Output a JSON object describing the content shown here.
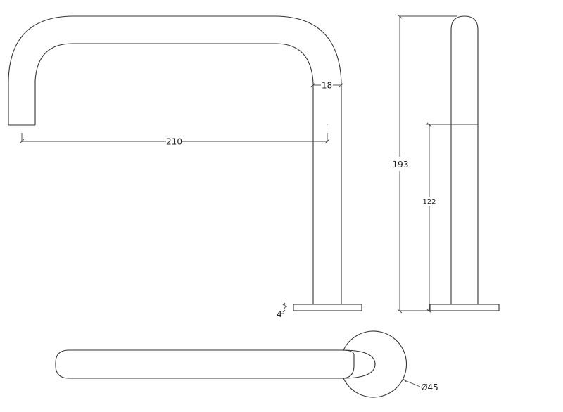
{
  "drawing": {
    "type": "technical-drawing",
    "subject": "spout faucet orthographic views",
    "line_color": "#333333",
    "background": "#ffffff"
  },
  "views": {
    "front": {
      "dimensions": {
        "spout_reach": "210",
        "pipe_diameter": "18",
        "base_thickness": "4"
      }
    },
    "side": {
      "dimensions": {
        "total_height": "193",
        "inner_height": "122"
      }
    },
    "top": {
      "dimensions": {
        "base_diameter": "Ø45"
      }
    }
  }
}
